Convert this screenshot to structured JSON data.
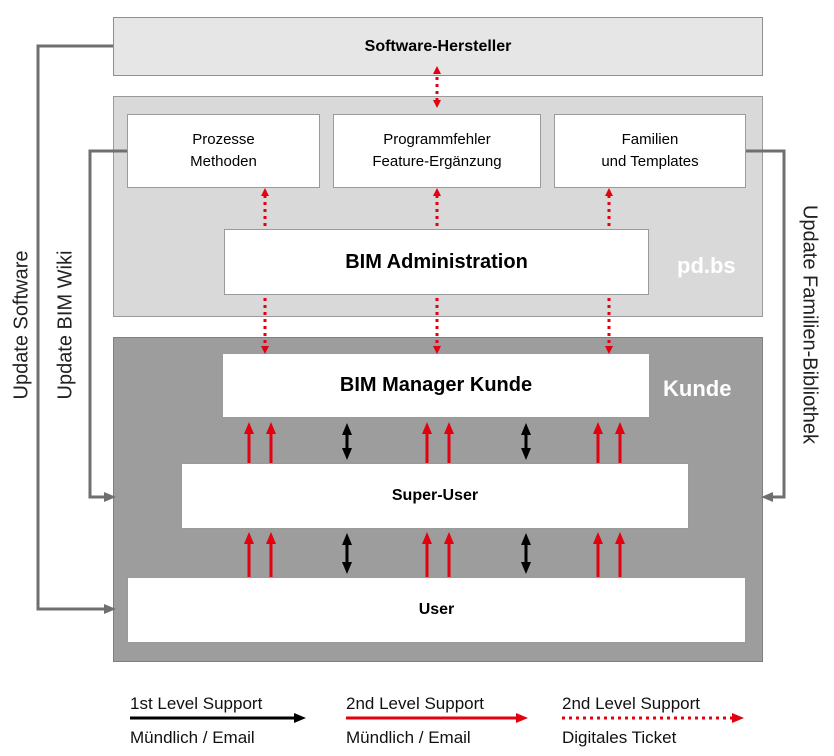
{
  "colors": {
    "red": "#e3000f",
    "dark_gray": "#9d9d9d",
    "light_gray": "#d9d9d9",
    "top_gray": "#e6e6e6",
    "connector": "#6f6f6f"
  },
  "nodes": {
    "vendor": "Software-Hersteller",
    "prozesse": "Prozesse\nMethoden",
    "programm": "Programmfehler\nFeature-Ergänzung",
    "familien": "Familien\nund Templates",
    "bim_admin": "BIM Administration",
    "bim_manager": "BIM Manager Kunde",
    "super_user": "Super-User",
    "user": "User"
  },
  "groups": {
    "pdbs": "pd.bs",
    "kunde": "Kunde"
  },
  "side_labels": {
    "update_software": "Update Software",
    "update_wiki": "Update BIM Wiki",
    "update_family": "Update Familien-Bibliothek"
  },
  "legend": [
    {
      "title": "1st Level Support",
      "subtitle": "Mündlich / Email",
      "style": "black-solid"
    },
    {
      "title": "2nd Level Support",
      "subtitle": "Mündlich / Email",
      "style": "red-solid"
    },
    {
      "title": "2nd Level Support",
      "subtitle": "Digitales Ticket",
      "style": "red-dotted"
    }
  ]
}
